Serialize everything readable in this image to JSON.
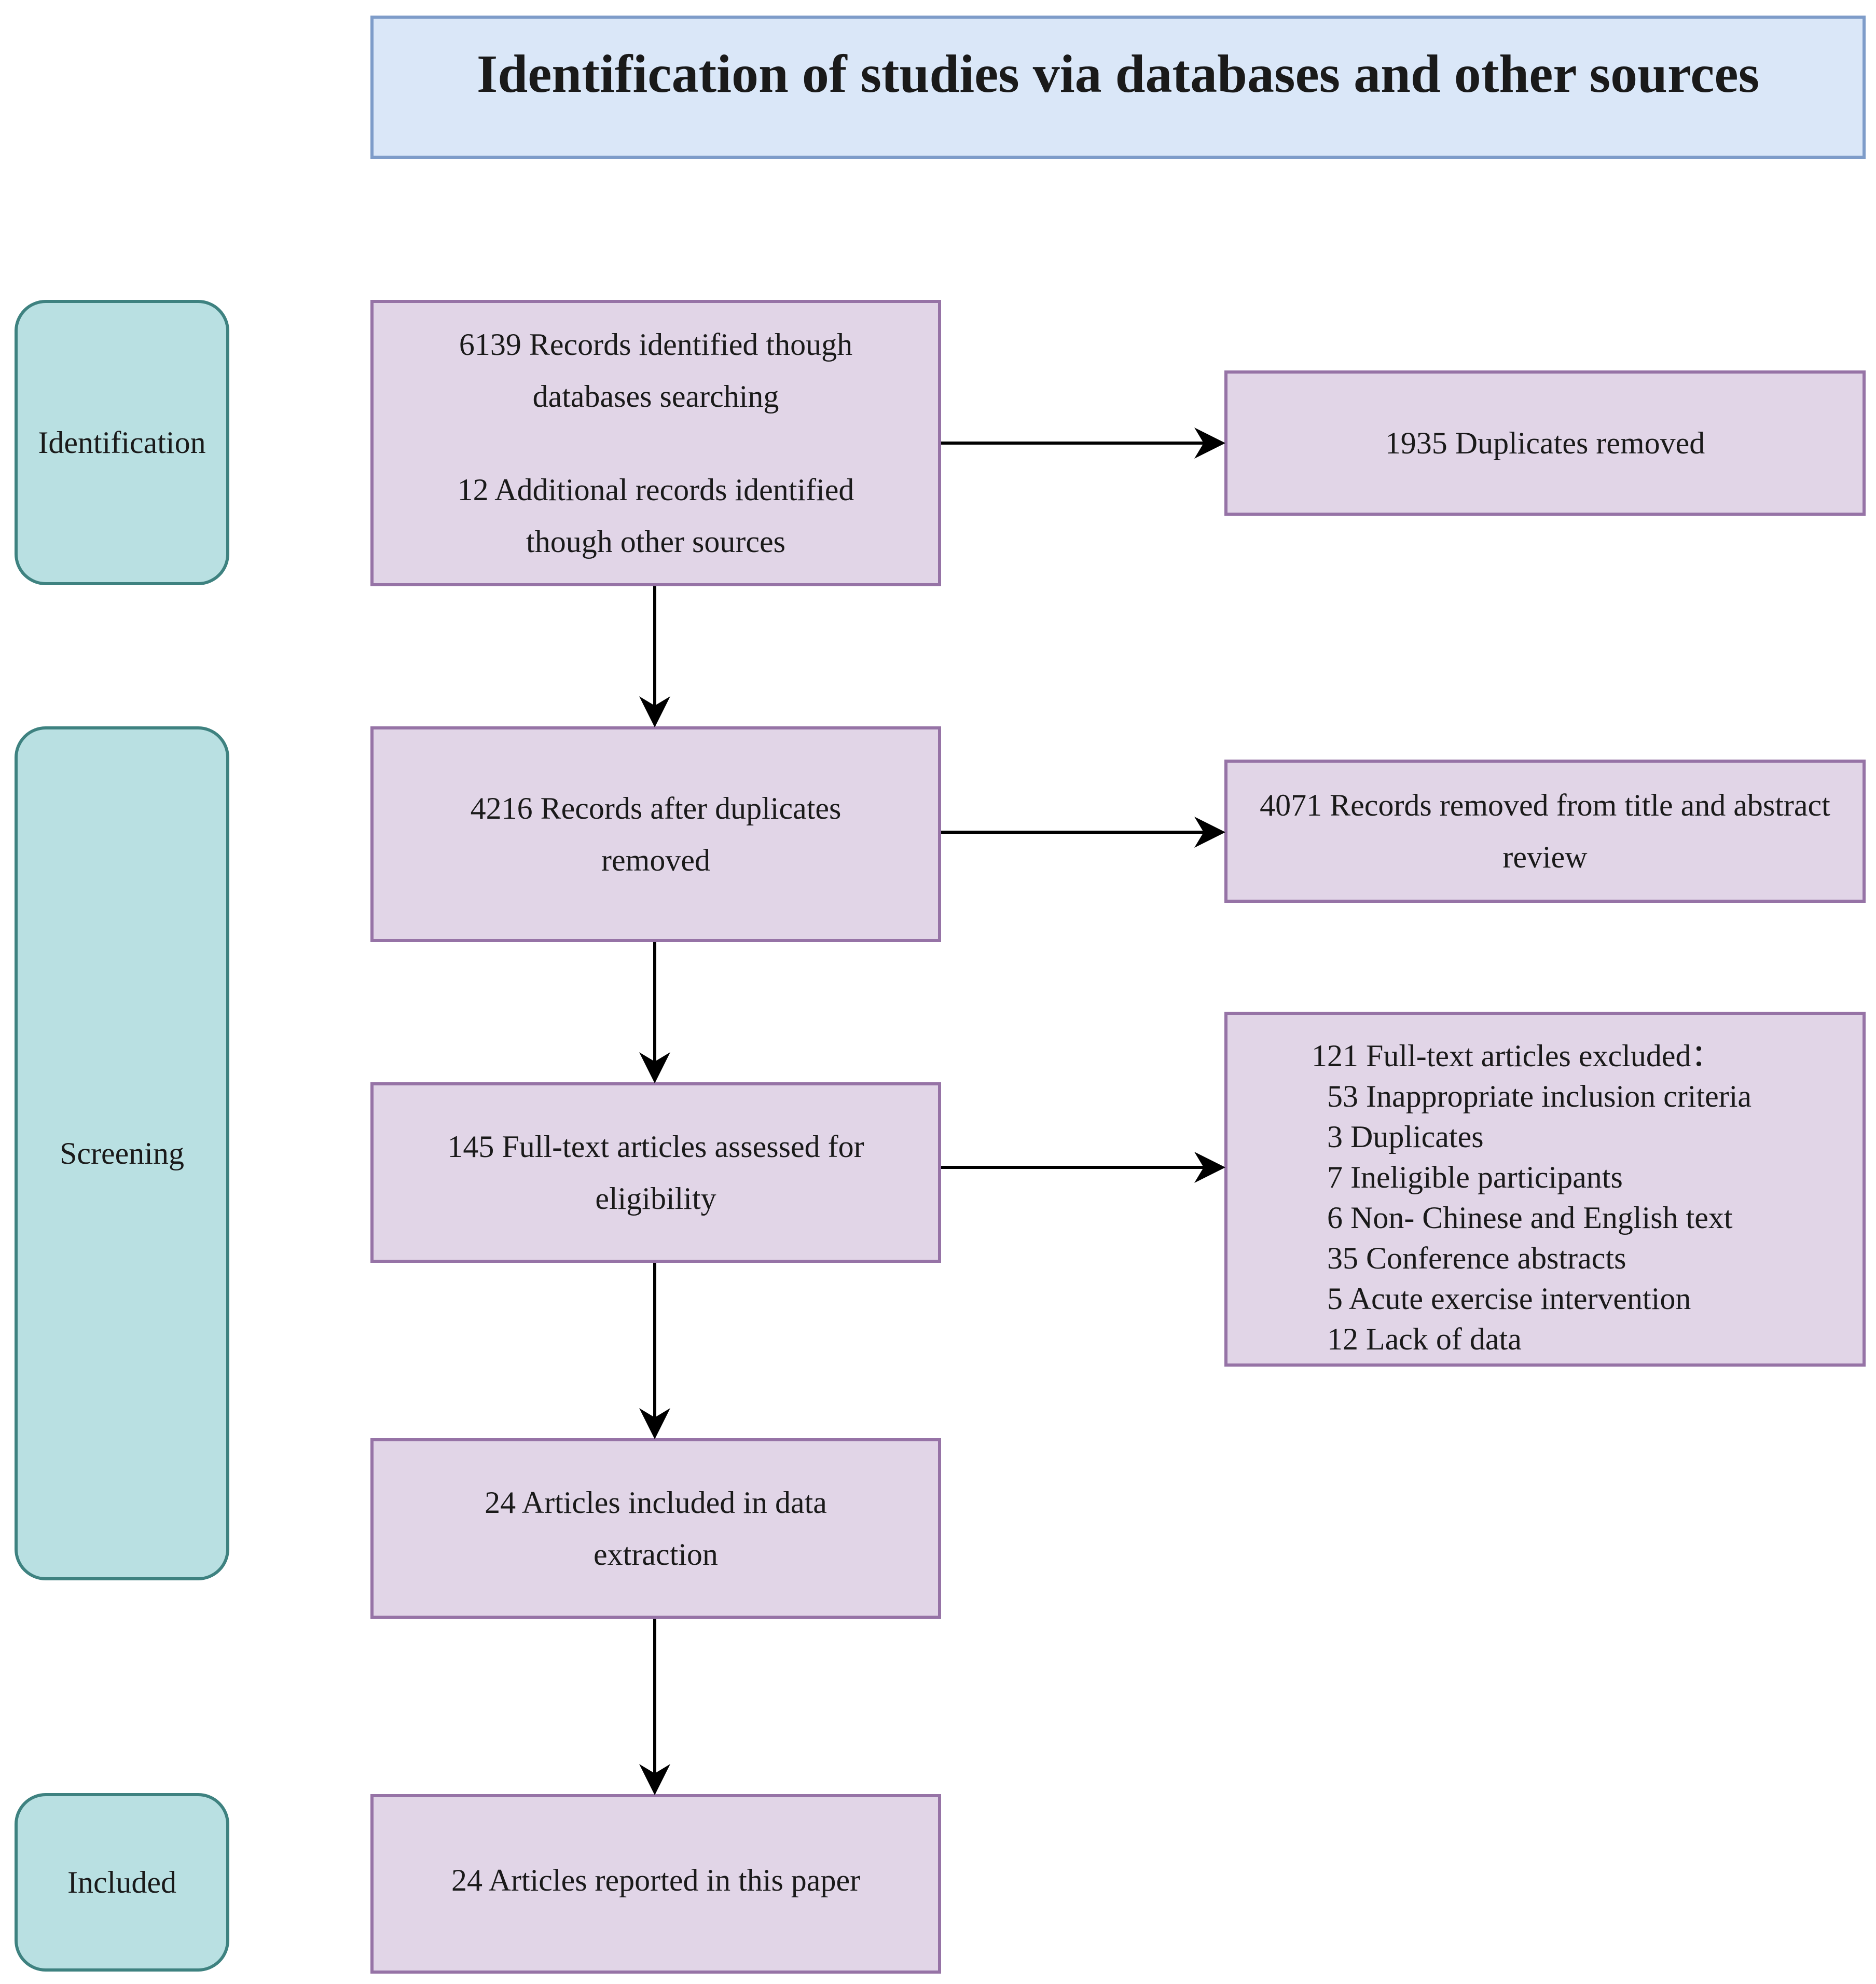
{
  "header": {
    "title": "Identification of studies via databases and other sources"
  },
  "stages": {
    "identification": "Identification",
    "screening": "Screening",
    "included": "Included"
  },
  "boxes": {
    "records_db_line1": "6139 Records identified though",
    "records_db_line2": "databases searching",
    "records_other_line1": "12 Additional records identified",
    "records_other_line2": "though other sources",
    "after_duplicates_line1": "4216 Records after duplicates",
    "after_duplicates_line2": "removed",
    "full_text_line1": "145 Full-text articles assessed for",
    "full_text_line2": "eligibility",
    "extraction_line1": "24 Articles included in data",
    "extraction_line2": "extraction",
    "reported": "24 Articles reported in this paper"
  },
  "exclusions": {
    "duplicates_removed": "1935 Duplicates removed",
    "title_abstract_line1": "4071 Records removed from title and abstract",
    "title_abstract_line2": "review",
    "full_text_excluded": {
      "title": "121 Full-text articles excluded：",
      "reasons": [
        "53 Inappropriate inclusion criteria",
        "3 Duplicates",
        "7 Ineligible participants",
        "6 Non- Chinese and English text",
        "35 Conference abstracts",
        "5 Acute exercise intervention",
        "12 Lack of data"
      ]
    }
  }
}
